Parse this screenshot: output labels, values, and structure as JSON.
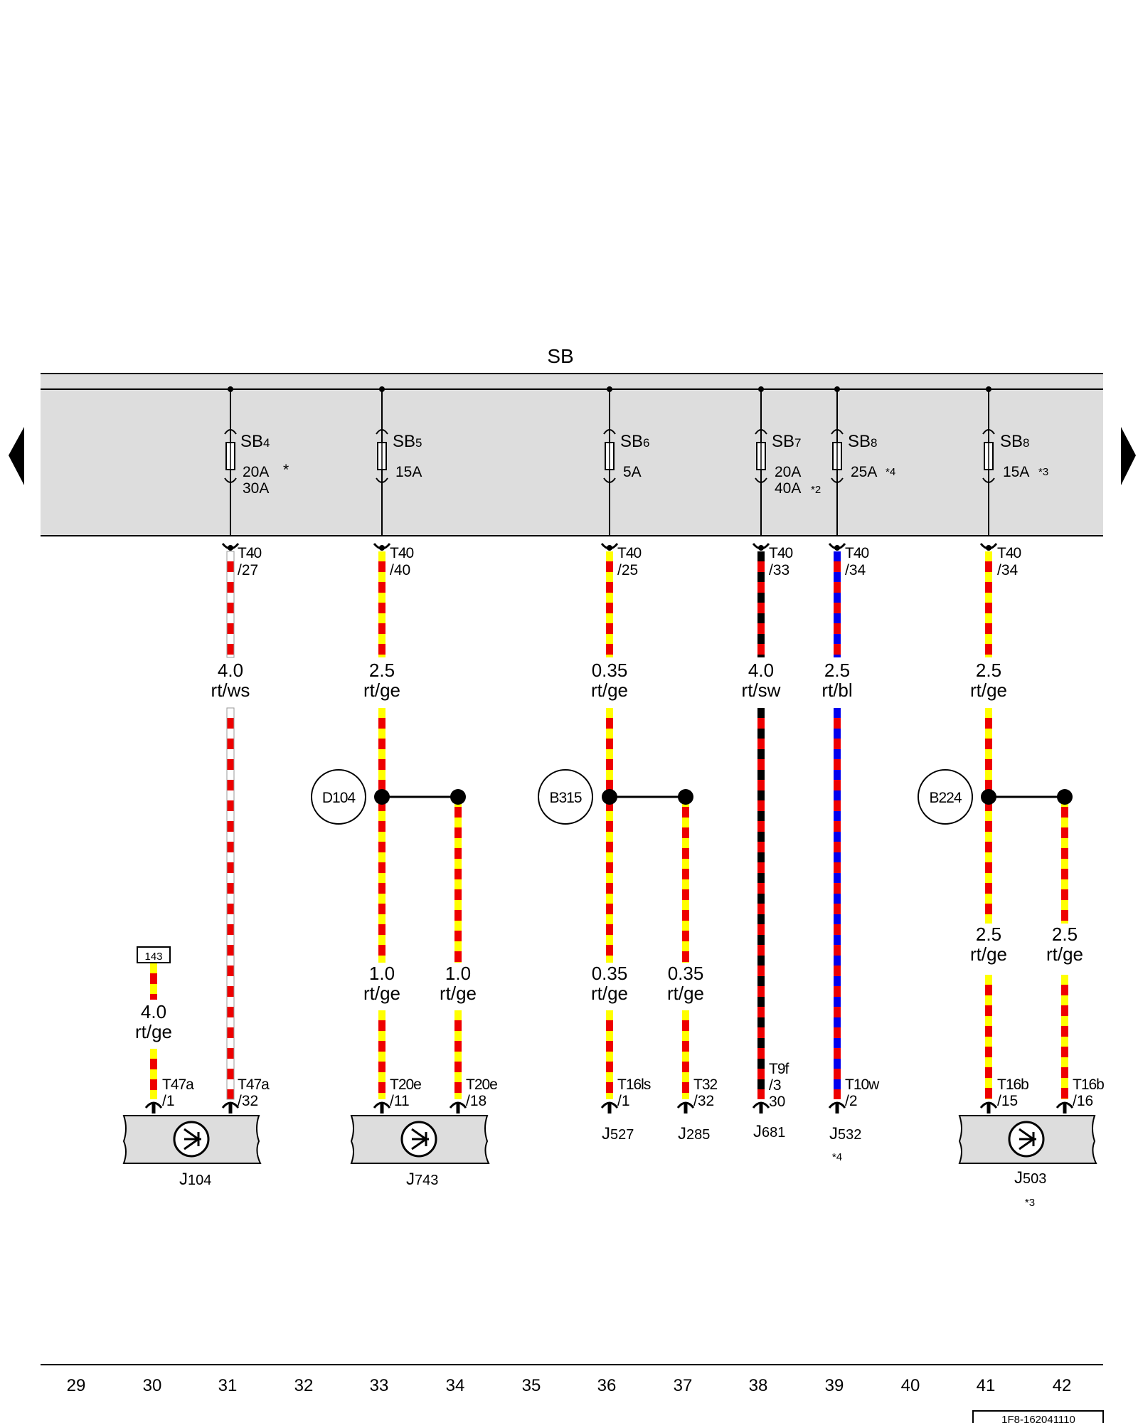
{
  "busbar": {
    "label": "SB"
  },
  "fuses": [
    {
      "name": "SB",
      "num": "4",
      "ratings": [
        "20A",
        "30A"
      ],
      "note": "*"
    },
    {
      "name": "SB",
      "num": "5",
      "ratings": [
        "15A"
      ],
      "note": ""
    },
    {
      "name": "SB",
      "num": "6",
      "ratings": [
        "5A"
      ],
      "note": ""
    },
    {
      "name": "SB",
      "num": "7",
      "ratings": [
        "20A",
        "40A"
      ],
      "note": "*2"
    },
    {
      "name": "SB",
      "num": "8",
      "ratings": [
        "25A"
      ],
      "note": "*4"
    },
    {
      "name": "SB",
      "num": "8",
      "ratings": [
        "15A"
      ],
      "note": "*3"
    }
  ],
  "top_connectors": [
    {
      "name": "T40",
      "pin": "/27"
    },
    {
      "name": "T40",
      "pin": "/40"
    },
    {
      "name": "T40",
      "pin": "/25"
    },
    {
      "name": "T40",
      "pin": "/33"
    },
    {
      "name": "T40",
      "pin": "/34"
    },
    {
      "name": "T40",
      "pin": "/34"
    }
  ],
  "wire_labels_top": [
    {
      "size": "4.0",
      "color": "rt/ws"
    },
    {
      "size": "2.5",
      "color": "rt/ge"
    },
    {
      "size": "0.35",
      "color": "rt/ge"
    },
    {
      "size": "4.0",
      "color": "rt/sw"
    },
    {
      "size": "2.5",
      "color": "rt/bl"
    },
    {
      "size": "2.5",
      "color": "rt/ge"
    }
  ],
  "splices": [
    "D104",
    "B315",
    "B224"
  ],
  "wire_labels_bottom": [
    {
      "size": "4.0",
      "color": "rt/ge"
    },
    {
      "size": "1.0",
      "color": "rt/ge"
    },
    {
      "size": "1.0",
      "color": "rt/ge"
    },
    {
      "size": "0.35",
      "color": "rt/ge"
    },
    {
      "size": "0.35",
      "color": "rt/ge"
    },
    {
      "size": "2.5",
      "color": "rt/ge"
    },
    {
      "size": "2.5",
      "color": "rt/ge"
    }
  ],
  "reference_box": "143",
  "bottom_connectors": [
    {
      "name": "T47a",
      "pin": "/1"
    },
    {
      "name": "T47a",
      "pin": "/32"
    },
    {
      "name": "T20e",
      "pin": "/11"
    },
    {
      "name": "T20e",
      "pin": "/18"
    },
    {
      "name": "T16ls",
      "pin": "/1"
    },
    {
      "name": "T32",
      "pin": "/32"
    },
    {
      "name": "T9f",
      "pin": "/3",
      "pin2": "30"
    },
    {
      "name": "T10w",
      "pin": "/2"
    },
    {
      "name": "T16b",
      "pin": "/15"
    },
    {
      "name": "T16b",
      "pin": "/16"
    }
  ],
  "components": [
    {
      "name": "J",
      "num": "104",
      "note": ""
    },
    {
      "name": "J",
      "num": "743",
      "note": ""
    },
    {
      "name": "J",
      "num": "527",
      "note": ""
    },
    {
      "name": "J",
      "num": "285",
      "note": ""
    },
    {
      "name": "J",
      "num": "681",
      "note": ""
    },
    {
      "name": "J",
      "num": "532",
      "note": "*4"
    },
    {
      "name": "J",
      "num": "503",
      "note": "*3"
    }
  ],
  "columns": [
    "29",
    "30",
    "31",
    "32",
    "33",
    "34",
    "35",
    "36",
    "37",
    "38",
    "39",
    "40",
    "41",
    "42"
  ],
  "wire_colors": {
    "rt": "#ee0000",
    "ws": "#ffffff",
    "ge": "#ffff00",
    "sw": "#000000",
    "bl": "#0000ee"
  },
  "diagram_id": "1F8-162041110"
}
